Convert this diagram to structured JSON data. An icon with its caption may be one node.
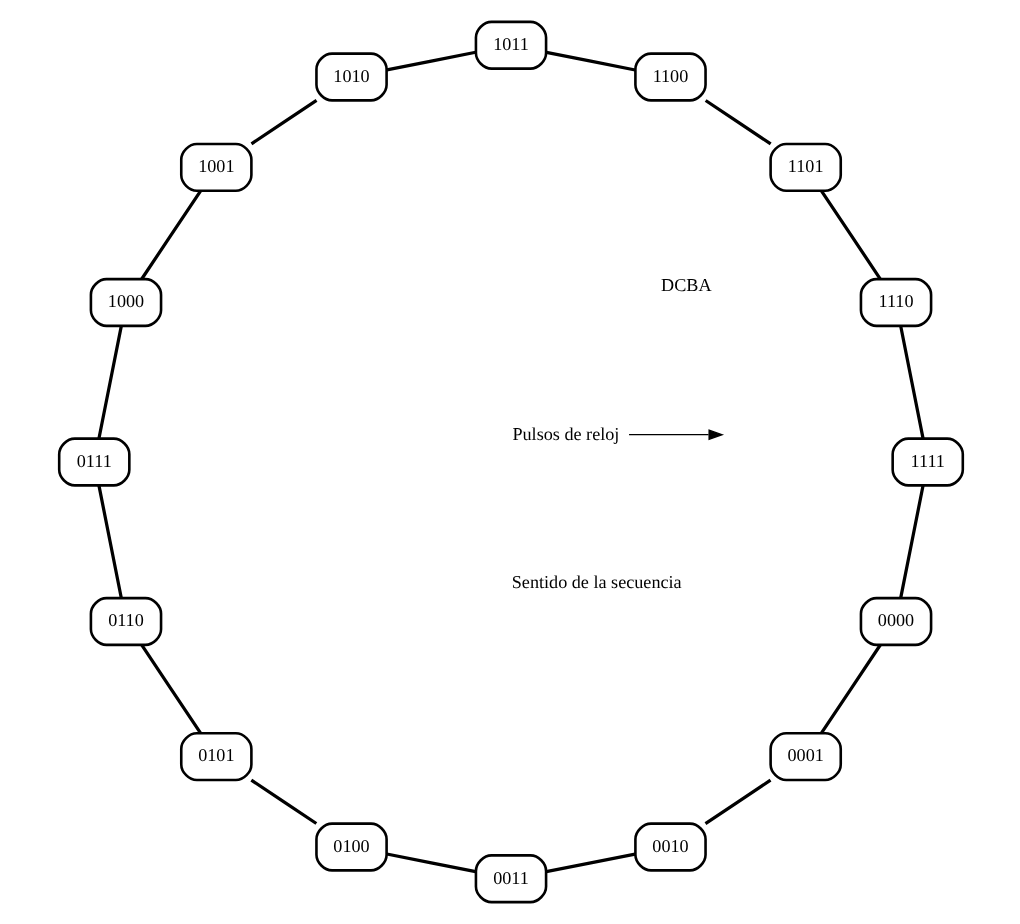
{
  "diagram": {
    "nodes": [
      {
        "text": [
          "0000"
        ]
      },
      {
        "text": [
          "0001"
        ]
      },
      {
        "text": [
          "0010"
        ]
      },
      {
        "text": [
          "0011"
        ]
      },
      {
        "text": [
          "0100"
        ]
      },
      {
        "text": [
          "0101"
        ]
      },
      {
        "text": [
          "0110"
        ]
      },
      {
        "text": [
          "0111"
        ]
      },
      {
        "text": [
          "1000"
        ]
      },
      {
        "text": [
          "1001"
        ]
      },
      {
        "text": [
          "1010"
        ]
      },
      {
        "text": [
          "1011"
        ]
      },
      {
        "text": [
          "1100"
        ]
      },
      {
        "text": [
          "1101"
        ]
      },
      {
        "text": [
          "1110"
        ]
      },
      {
        "text": [
          "1111"
        ]
      },
      {
        "text": [
          "Pulsos de reloj"
        ]
      }
    ],
    "edges": [
      {
        "from": 0,
        "to": 1,
        "arrow": "none"
      },
      {
        "from": 1,
        "to": 2,
        "arrow": "none"
      },
      {
        "from": 2,
        "to": 3,
        "arrow": "none"
      },
      {
        "from": 3,
        "to": 4,
        "arrow": "none"
      },
      {
        "from": 4,
        "to": 5,
        "arrow": "none"
      },
      {
        "from": 5,
        "to": 6,
        "arrow": "none"
      },
      {
        "from": 6,
        "to": 7,
        "arrow": "none"
      },
      {
        "from": 7,
        "to": 8,
        "arrow": "none"
      },
      {
        "from": 8,
        "to": 9,
        "arrow": "none"
      },
      {
        "from": 9,
        "to": 10,
        "arrow": "none"
      },
      {
        "from": 10,
        "to": 11,
        "arrow": "none"
      },
      {
        "from": 11,
        "to": 12,
        "arrow": "none"
      },
      {
        "from": 12,
        "to": 13,
        "arrow": "none"
      },
      {
        "from": 13,
        "to": 14,
        "arrow": "none"
      },
      {
        "from": 14,
        "to": 15,
        "arrow": "none"
      },
      {
        "from": 15,
        "to": 0,
        "arrow": "none"
      },
      {
        "from": 16,
        "to": null,
        "arrow": "to"
      }
    ],
    "labels": [
      "DCBA",
      "Sentido de la secuencia"
    ]
  }
}
